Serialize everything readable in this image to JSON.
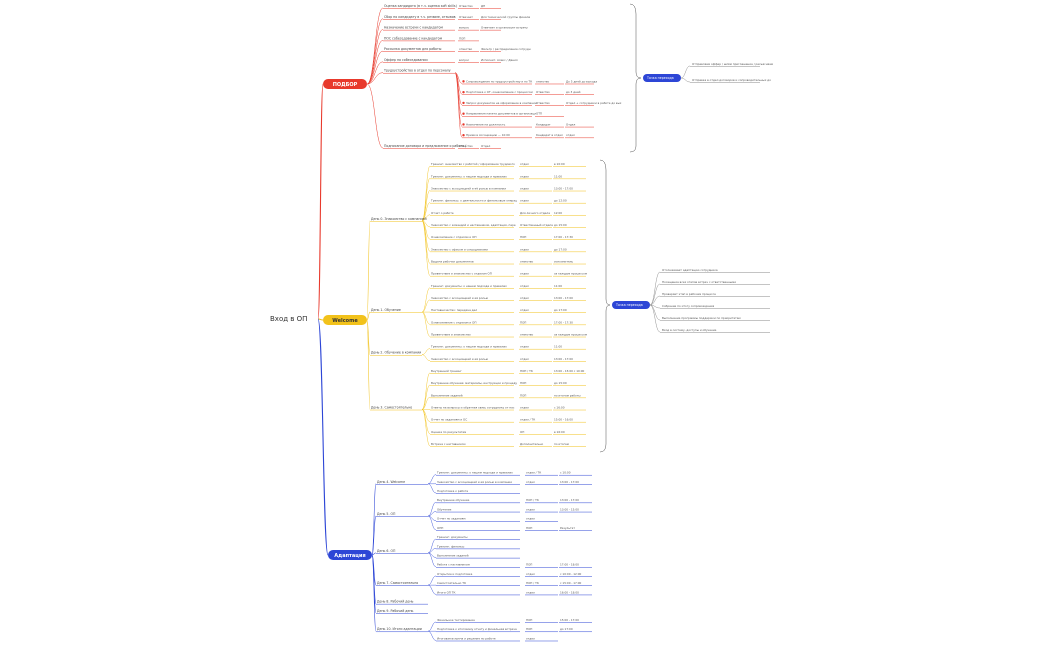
{
  "root": "Вход в ОП",
  "colors": {
    "red": "#e8392c",
    "yellow": "#f2c21b",
    "blue": "#2d46d6",
    "dark": "#333333",
    "summary": "#2d46d6"
  },
  "branches": [
    {
      "id": "podbor",
      "label": "ПОДБОР",
      "color": "#e8392c",
      "textColor": "#ffffff",
      "summary": {
        "label": "Точка перехода",
        "notes": [
          "Отправляем оффер / шлём приглашение / разъясняем сотрудника в Welcome после собеседования",
          "Отправка в отдел договоров и сопроводительных документов"
        ]
      },
      "items": [
        {
          "text": "Оценка кандидата (в т.ч. оценка soft skills)",
          "tags": [
            "Отвество",
            "ДП"
          ]
        },
        {
          "text": "Сбор по кандидату в т.ч. резюме, отзывов",
          "tags": [
            "Отвечает",
            "Для технической группы финала"
          ]
        },
        {
          "text": "Назначение встречи с кандидатом",
          "tags": [
            "вопрос",
            "Отвечает и организует встречу интервью с руководителем, определение"
          ]
        },
        {
          "text": "ПОС собеседование с кандидатом",
          "tags": [
            "ПОП"
          ]
        },
        {
          "text": "Рассылка документов для работы",
          "tags": [
            "отвество",
            "Фильтр / распределение сотрудников"
          ]
        },
        {
          "text": "Оффер на собеседовании",
          "tags": [
            "вопрос",
            "Исполнит. Алекс / Данил"
          ]
        },
        {
          "text": "Трудоустройство в отдел по персоналу",
          "children": [
            {
              "text": "Сопровождение по трудоустройству и по ТК",
              "tags": [
                "отвество",
                "До 5 дней до выхода"
              ]
            },
            {
              "text": "Подготовка к ОТ, ознакомление с процессом обучения",
              "tags": [
                "Отвество",
                "до 3 дней"
              ]
            },
            {
              "text": "Запрос документов на оформление в компании",
              "tags": [
                "Отвество",
                "Отдел + сотрудники в работе до выхода"
              ]
            },
            {
              "text": "Направление пакета документов в организацию для оформления",
              "tags": [
                "ОТП"
              ]
            },
            {
              "text": "Назначение на должность",
              "tags": [
                "Кандидат",
                "Отдел"
              ]
            },
            {
              "text": "Прием в Ассоциацию — 10:00",
              "tags": [
                "Кандидат в отдел",
                "отдел"
              ]
            }
          ]
        },
        {
          "text": "Подписание договора и предложение о работе / рабочие дни по ТК",
          "tags": [
            "Отвество",
            "Отдел"
          ]
        }
      ]
    },
    {
      "id": "welcome",
      "label": "Welcome",
      "color": "#f2c21b",
      "textColor": "#333333",
      "summary": {
        "label": "Точка перехода",
        "notes": [
          "Отслеживает адаптацию сотрудника",
          "Посещение всех этапов встреч с ответственными",
          "Проверяет этап в рабочем процессе",
          "Собрание по итогу сопровождения",
          "Выполнение программы поддержки по приоритетам",
          "Вход в систему, доступы и обучение"
        ]
      },
      "groups": [
        {
          "label": "День 0. Знакомство с компанией",
          "items": [
            {
              "text": "Тренинг: знакомство с работой / оформление трудового договора",
              "tags": [
                "отдел",
                "в 10:00"
              ]
            },
            {
              "text": "Тренинг: документы: о нашем подходе и правилах",
              "tags": [
                "отдел",
                "11:00"
              ]
            },
            {
              "text": "Знакомство с ассоциацией и её ролью в компании",
              "tags": [
                "отдел",
                "13:00 - 17:00"
              ]
            },
            {
              "text": "Тренинг: финансы: о деятельности и финансовые операции",
              "tags": [
                "отдел",
                "до 12:00"
              ]
            },
            {
              "text": "Отчет о работе",
              "tags": [
                "Для личного отдела",
                "12:00"
              ]
            },
            {
              "text": "Знакомство с командой и наставником, адаптация, передача дел",
              "tags": [
                "Отвественный отдела",
                "до 15:00"
              ]
            },
            {
              "text": "Ознакомление с отделом и ОП",
              "tags": [
                "ПОП",
                "17:00 - 17:30"
              ]
            },
            {
              "text": "Знакомство с офисом и сотрудниками",
              "tags": [
                "отдел",
                "до 17:00"
              ]
            },
            {
              "text": "Выдача рабочих документов",
              "tags": [
                "отвество",
                "исполнитель"
              ]
            },
            {
              "text": "Приветствие и знакомство с отделом ОП",
              "tags": [
                "отдел",
                "за каждым процессом"
              ]
            }
          ]
        },
        {
          "label": "День 1. Обучение",
          "items": [
            {
              "text": "Тренинг: документы: о нашем подходе и правилах",
              "tags": [
                "отдел",
                "11:00"
              ]
            },
            {
              "text": "Знакомство с ассоциацией и её ролью",
              "tags": [
                "отдел",
                "13:00 - 17:00"
              ]
            },
            {
              "text": "Наставничество: передача дел",
              "tags": [
                "отдел",
                "до 17:00"
              ]
            },
            {
              "text": "Ознакомление с отделом и ОП",
              "tags": [
                "ПОП",
                "17:00 - 17:30"
              ]
            },
            {
              "text": "Приветствие и знакомство",
              "tags": [
                "отвество",
                "за каждым процессом"
              ]
            }
          ]
        },
        {
          "label": "День 2. Обучение в компании",
          "items": [
            {
              "text": "Тренинг: документы: о нашем подходе и правилах",
              "tags": [
                "отдел",
                "11:00"
              ]
            },
            {
              "text": "Знакомство с ассоциацией и её ролью",
              "tags": [
                "отдел",
                "13:00 - 17:00"
              ]
            }
          ]
        },
        {
          "label": "День 3. Самостоятельно",
          "items": [
            {
              "text": "Внутренний тренинг",
              "tags": [
                "ПОП / ТК",
                "13:00 - 15:00 с 10:00"
              ]
            },
            {
              "text": "Внутреннее обучение: материалы, инструкции и процедуры",
              "tags": [
                "ПОП",
                "до 15:00"
              ]
            },
            {
              "text": "Выполнение заданий",
              "tags": [
                "ПОП",
                "по итогам работы"
              ]
            },
            {
              "text": "Ответы на вопросы и обратная связь сотруднику от наставника",
              "tags": [
                "отдел",
                "с 16:00"
              ]
            },
            {
              "text": "Отчет по заданиям и ОС",
              "tags": [
                "отдел / ТК",
                "15:00 - 16:00"
              ]
            },
            {
              "text": "Оценка по результатам",
              "tags": [
                "ОП",
                "в 16:00"
              ]
            },
            {
              "text": "Встреча с наставником",
              "tags": [
                "Дополнительно",
                "по итогам"
              ]
            }
          ]
        }
      ]
    },
    {
      "id": "adapt",
      "label": "Адаптация",
      "color": "#2d46d6",
      "textColor": "#ffffff",
      "groups": [
        {
          "label": "День 4. Welcome",
          "items": [
            {
              "text": "Тренинг: документы: о нашем подходе и правилах",
              "tags": [
                "отдел / ТК",
                "с 10:00"
              ]
            },
            {
              "text": "Знакомство с ассоциацией и её ролью в компании",
              "tags": [
                "отдел",
                "13:00 - 17:00"
              ]
            },
            {
              "text": "Подготовка к работе"
            }
          ]
        },
        {
          "label": "День 5. ОП",
          "items": [
            {
              "text": "Внутреннее обучение",
              "tags": [
                "ПОП / ТК",
                "13:00 - 17:00"
              ]
            },
            {
              "text": "Обучение",
              "tags": [
                "отдел",
                "13:00 - 15:00"
              ]
            },
            {
              "text": "Отчет по заданиям",
              "tags": [
                "отдел"
              ]
            },
            {
              "text": "ОПП",
              "tags": [
                "ПОП",
                "Результат"
              ]
            }
          ]
        },
        {
          "label": "День 6. ОП",
          "items": [
            {
              "text": "Тренинг: документы"
            },
            {
              "text": "Тренинг: финансы"
            },
            {
              "text": "Выполнение заданий"
            },
            {
              "text": "Работа с наставником",
              "tags": [
                "ПОП",
                "17:00 - 18:00"
              ]
            }
          ]
        },
        {
          "label": "День 7. Самостоятельно",
          "items": [
            {
              "text": "Открытие и подготовка",
              "tags": [
                "отдел",
                "с 10:00 - 12:00"
              ]
            },
            {
              "text": "Самостоятельно ТК",
              "tags": [
                "ПОП / ТК",
                "с 15:00 - 17:00"
              ]
            },
            {
              "text": "Итоги ОП ТК",
              "tags": [
                "отдел",
                "16:00 - 18:00"
              ]
            }
          ]
        },
        {
          "label": "День 8. Рабочий день",
          "items": []
        },
        {
          "label": "День 9. Рабочий день",
          "items": []
        },
        {
          "label": "День 10. Итоги адаптации",
          "items": [
            {
              "text": "Финальное тестирование",
              "tags": [
                "ПОП",
                "15:00 - 17:00"
              ]
            },
            {
              "text": "Подготовка к итоговому отчету и финальная встреча",
              "tags": [
                "ПОП",
                "до 17:00"
              ]
            },
            {
              "text": "Итоговая встреча и решение по работе",
              "tags": [
                "отдел"
              ]
            }
          ]
        }
      ]
    }
  ]
}
